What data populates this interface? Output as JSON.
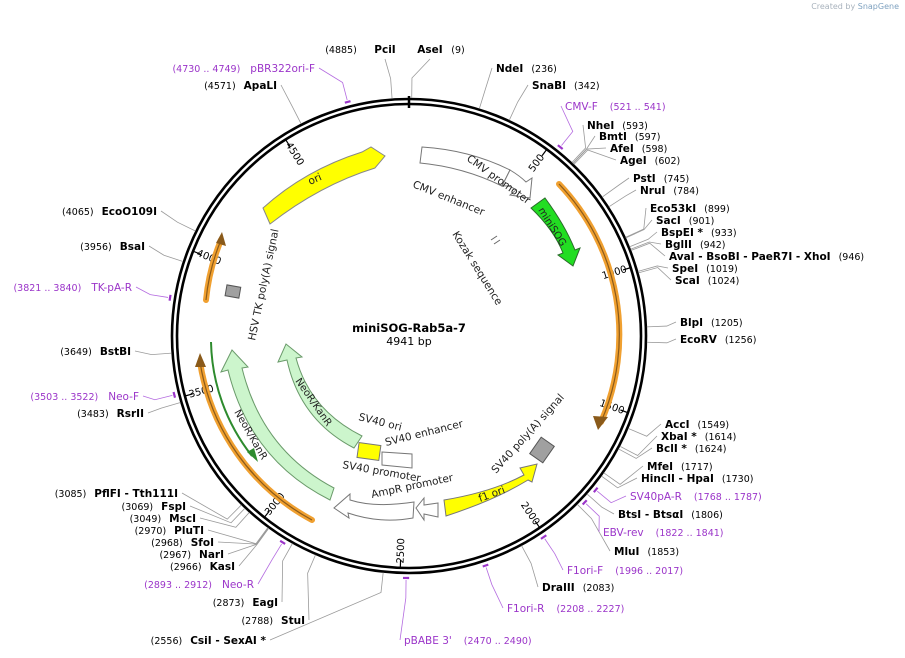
{
  "credit": {
    "prefix": "Created by",
    "brand": "SnapGene"
  },
  "plasmid": {
    "name": "miniSOG-Rab5a-7",
    "length_text": "4941 bp",
    "length_bp": 4941
  },
  "ticks": [
    {
      "bp": 500,
      "label": "500"
    },
    {
      "bp": 1000,
      "label": "1000"
    },
    {
      "bp": 1500,
      "label": "1500"
    },
    {
      "bp": 2000,
      "label": "2000"
    },
    {
      "bp": 2500,
      "label": "2500"
    },
    {
      "bp": 3000,
      "label": "3000"
    },
    {
      "bp": 3500,
      "label": "3500"
    },
    {
      "bp": 4000,
      "label": "4000"
    },
    {
      "bp": 4500,
      "label": "4500"
    }
  ],
  "enzymes": [
    {
      "name": "PciI",
      "pos": "(4885)",
      "bp": 4885
    },
    {
      "name": "AseI",
      "pos": "(9)",
      "bp": 9
    },
    {
      "name": "NdeI",
      "pos": "(236)",
      "bp": 236
    },
    {
      "name": "SnaBI",
      "pos": "(342)",
      "bp": 342
    },
    {
      "name": "NheI",
      "pos": "(593)",
      "bp": 593
    },
    {
      "name": "BmtI",
      "pos": "(597)",
      "bp": 597
    },
    {
      "name": "AfeI",
      "pos": "(598)",
      "bp": 598
    },
    {
      "name": "AgeI",
      "pos": "(602)",
      "bp": 602
    },
    {
      "name": "PstI",
      "pos": "(745)",
      "bp": 745
    },
    {
      "name": "NruI",
      "pos": "(784)",
      "bp": 784
    },
    {
      "name": "Eco53kI",
      "pos": "(899)",
      "bp": 899
    },
    {
      "name": "SacI",
      "pos": "(901)",
      "bp": 901
    },
    {
      "name": "BspEI *",
      "pos": "(933)",
      "bp": 933
    },
    {
      "name": "BglII",
      "pos": "(942)",
      "bp": 942
    },
    {
      "name": "AvaI - BsoBI - PaeR7I - XhoI",
      "pos": "(946)",
      "bp": 946
    },
    {
      "name": "SpeI",
      "pos": "(1019)",
      "bp": 1019
    },
    {
      "name": "ScaI",
      "pos": "(1024)",
      "bp": 1024
    },
    {
      "name": "BlpI",
      "pos": "(1205)",
      "bp": 1205
    },
    {
      "name": "EcoRV",
      "pos": "(1256)",
      "bp": 1256
    },
    {
      "name": "AccI",
      "pos": "(1549)",
      "bp": 1549
    },
    {
      "name": "XbaI *",
      "pos": "(1614)",
      "bp": 1614
    },
    {
      "name": "BclI *",
      "pos": "(1624)",
      "bp": 1624
    },
    {
      "name": "MfeI",
      "pos": "(1717)",
      "bp": 1717
    },
    {
      "name": "HincII - HpaI",
      "pos": "(1730)",
      "bp": 1730
    },
    {
      "name": "BtsI - BtsαI",
      "pos": "(1806)",
      "bp": 1806
    },
    {
      "name": "MluI",
      "pos": "(1853)",
      "bp": 1853
    },
    {
      "name": "DraIII",
      "pos": "(2083)",
      "bp": 2083
    },
    {
      "name": "CsiI - SexAI *",
      "pos": "(2556)",
      "bp": 2556
    },
    {
      "name": "StuI",
      "pos": "(2788)",
      "bp": 2788
    },
    {
      "name": "EagI",
      "pos": "(2873)",
      "bp": 2873
    },
    {
      "name": "KasI",
      "pos": "(2966)",
      "bp": 2966
    },
    {
      "name": "NarI",
      "pos": "(2967)",
      "bp": 2967
    },
    {
      "name": "SfoI",
      "pos": "(2968)",
      "bp": 2968
    },
    {
      "name": "PluTI",
      "pos": "(2970)",
      "bp": 2970
    },
    {
      "name": "MscI",
      "pos": "(3049)",
      "bp": 3049
    },
    {
      "name": "FspI",
      "pos": "(3069)",
      "bp": 3069
    },
    {
      "name": "PflFI - Tth111I",
      "pos": "(3085)",
      "bp": 3085
    },
    {
      "name": "RsrII",
      "pos": "(3483)",
      "bp": 3483
    },
    {
      "name": "BstBI",
      "pos": "(3649)",
      "bp": 3649
    },
    {
      "name": "BsaI",
      "pos": "(3956)",
      "bp": 3956
    },
    {
      "name": "EcoO109I",
      "pos": "(4065)",
      "bp": 4065
    },
    {
      "name": "ApaLI",
      "pos": "(4571)",
      "bp": 4571
    }
  ],
  "primers": [
    {
      "name": "pBR322ori-F",
      "range": "(4730 .. 4749)",
      "start": 4730,
      "end": 4749
    },
    {
      "name": "CMV-F",
      "range": "(521 .. 541)",
      "start": 521,
      "end": 541
    },
    {
      "name": "SV40pA-R",
      "range": "(1768 .. 1787)",
      "start": 1768,
      "end": 1787
    },
    {
      "name": "EBV-rev",
      "range": "(1822 .. 1841)",
      "start": 1822,
      "end": 1841
    },
    {
      "name": "F1ori-F",
      "range": "(1996 .. 2017)",
      "start": 1996,
      "end": 2017
    },
    {
      "name": "F1ori-R",
      "range": "(2208 .. 2227)",
      "start": 2208,
      "end": 2227
    },
    {
      "name": "pBABE 3'",
      "range": "(2470 .. 2490)",
      "start": 2470,
      "end": 2490
    },
    {
      "name": "Neo-R",
      "range": "(2893 .. 2912)",
      "start": 2893,
      "end": 2912
    },
    {
      "name": "Neo-F",
      "range": "(3503 .. 3522)",
      "start": 3503,
      "end": 3522
    },
    {
      "name": "TK-pA-R",
      "range": "(3821 .. 3840)",
      "start": 3821,
      "end": 3840
    }
  ],
  "features": [
    {
      "name": "CMV enhancer",
      "color": "#ffffff"
    },
    {
      "name": "CMV promoter",
      "color": "#ffffff"
    },
    {
      "name": "miniSOG",
      "color": "#22dd22"
    },
    {
      "name": "Kozak sequence",
      "color": "#ffffff"
    },
    {
      "name": "SV40 poly(A) signal",
      "color": "#a0a0a0"
    },
    {
      "name": "f1 ori",
      "color": "#ffff00"
    },
    {
      "name": "AmpR promoter",
      "color": "#ffffff"
    },
    {
      "name": "SV40 promoter",
      "color": "#ffffff"
    },
    {
      "name": "SV40 enhancer",
      "color": "#ffffff"
    },
    {
      "name": "SV40 ori",
      "color": "#ffff00"
    },
    {
      "name": "NeoR/KanR",
      "color": "#ccf5cc"
    },
    {
      "name": "HSV TK poly(A) signal",
      "color": "#a0a0a0"
    },
    {
      "name": "ori",
      "color": "#ffff00"
    }
  ],
  "colors": {
    "backbone": "#000000",
    "primer": "#9b35c9",
    "orf": "#f0a030"
  }
}
